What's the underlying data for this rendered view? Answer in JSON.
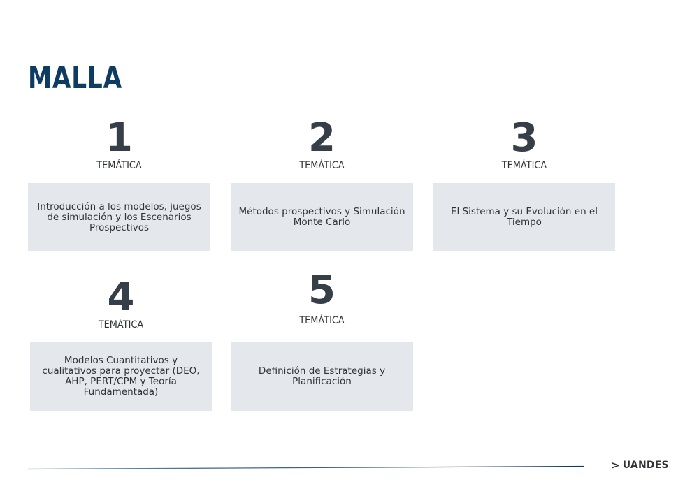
{
  "slide": {
    "title": "MALLA",
    "topics": [
      {
        "number": "1",
        "label": "TEMÁTICA",
        "text": "Introducción a los modelos, juegos de simulación y los Escenarios Prospectivos"
      },
      {
        "number": "2",
        "label": "TEMÁTICA",
        "text": "Métodos prospectivos y Simulación Monte Carlo"
      },
      {
        "number": "3",
        "label": "TEMÁTICA",
        "text": "El Sistema y su Evolución en el Tiempo"
      },
      {
        "number": "4",
        "label": "TEMÁTICA",
        "text": "Modelos Cuantitativos y cualitativos para proyectar (DEO, AHP, PERT/CPM y Teoría Fundamentada)"
      },
      {
        "number": "5",
        "label": "TEMÁTICA",
        "text": "Definición de Estrategias y Planificación"
      }
    ],
    "brand": {
      "chevron": ">",
      "name": "UANDES"
    },
    "colors": {
      "title": "#0d3b62",
      "box": "#e4e8ec",
      "number": "#363f48"
    }
  }
}
